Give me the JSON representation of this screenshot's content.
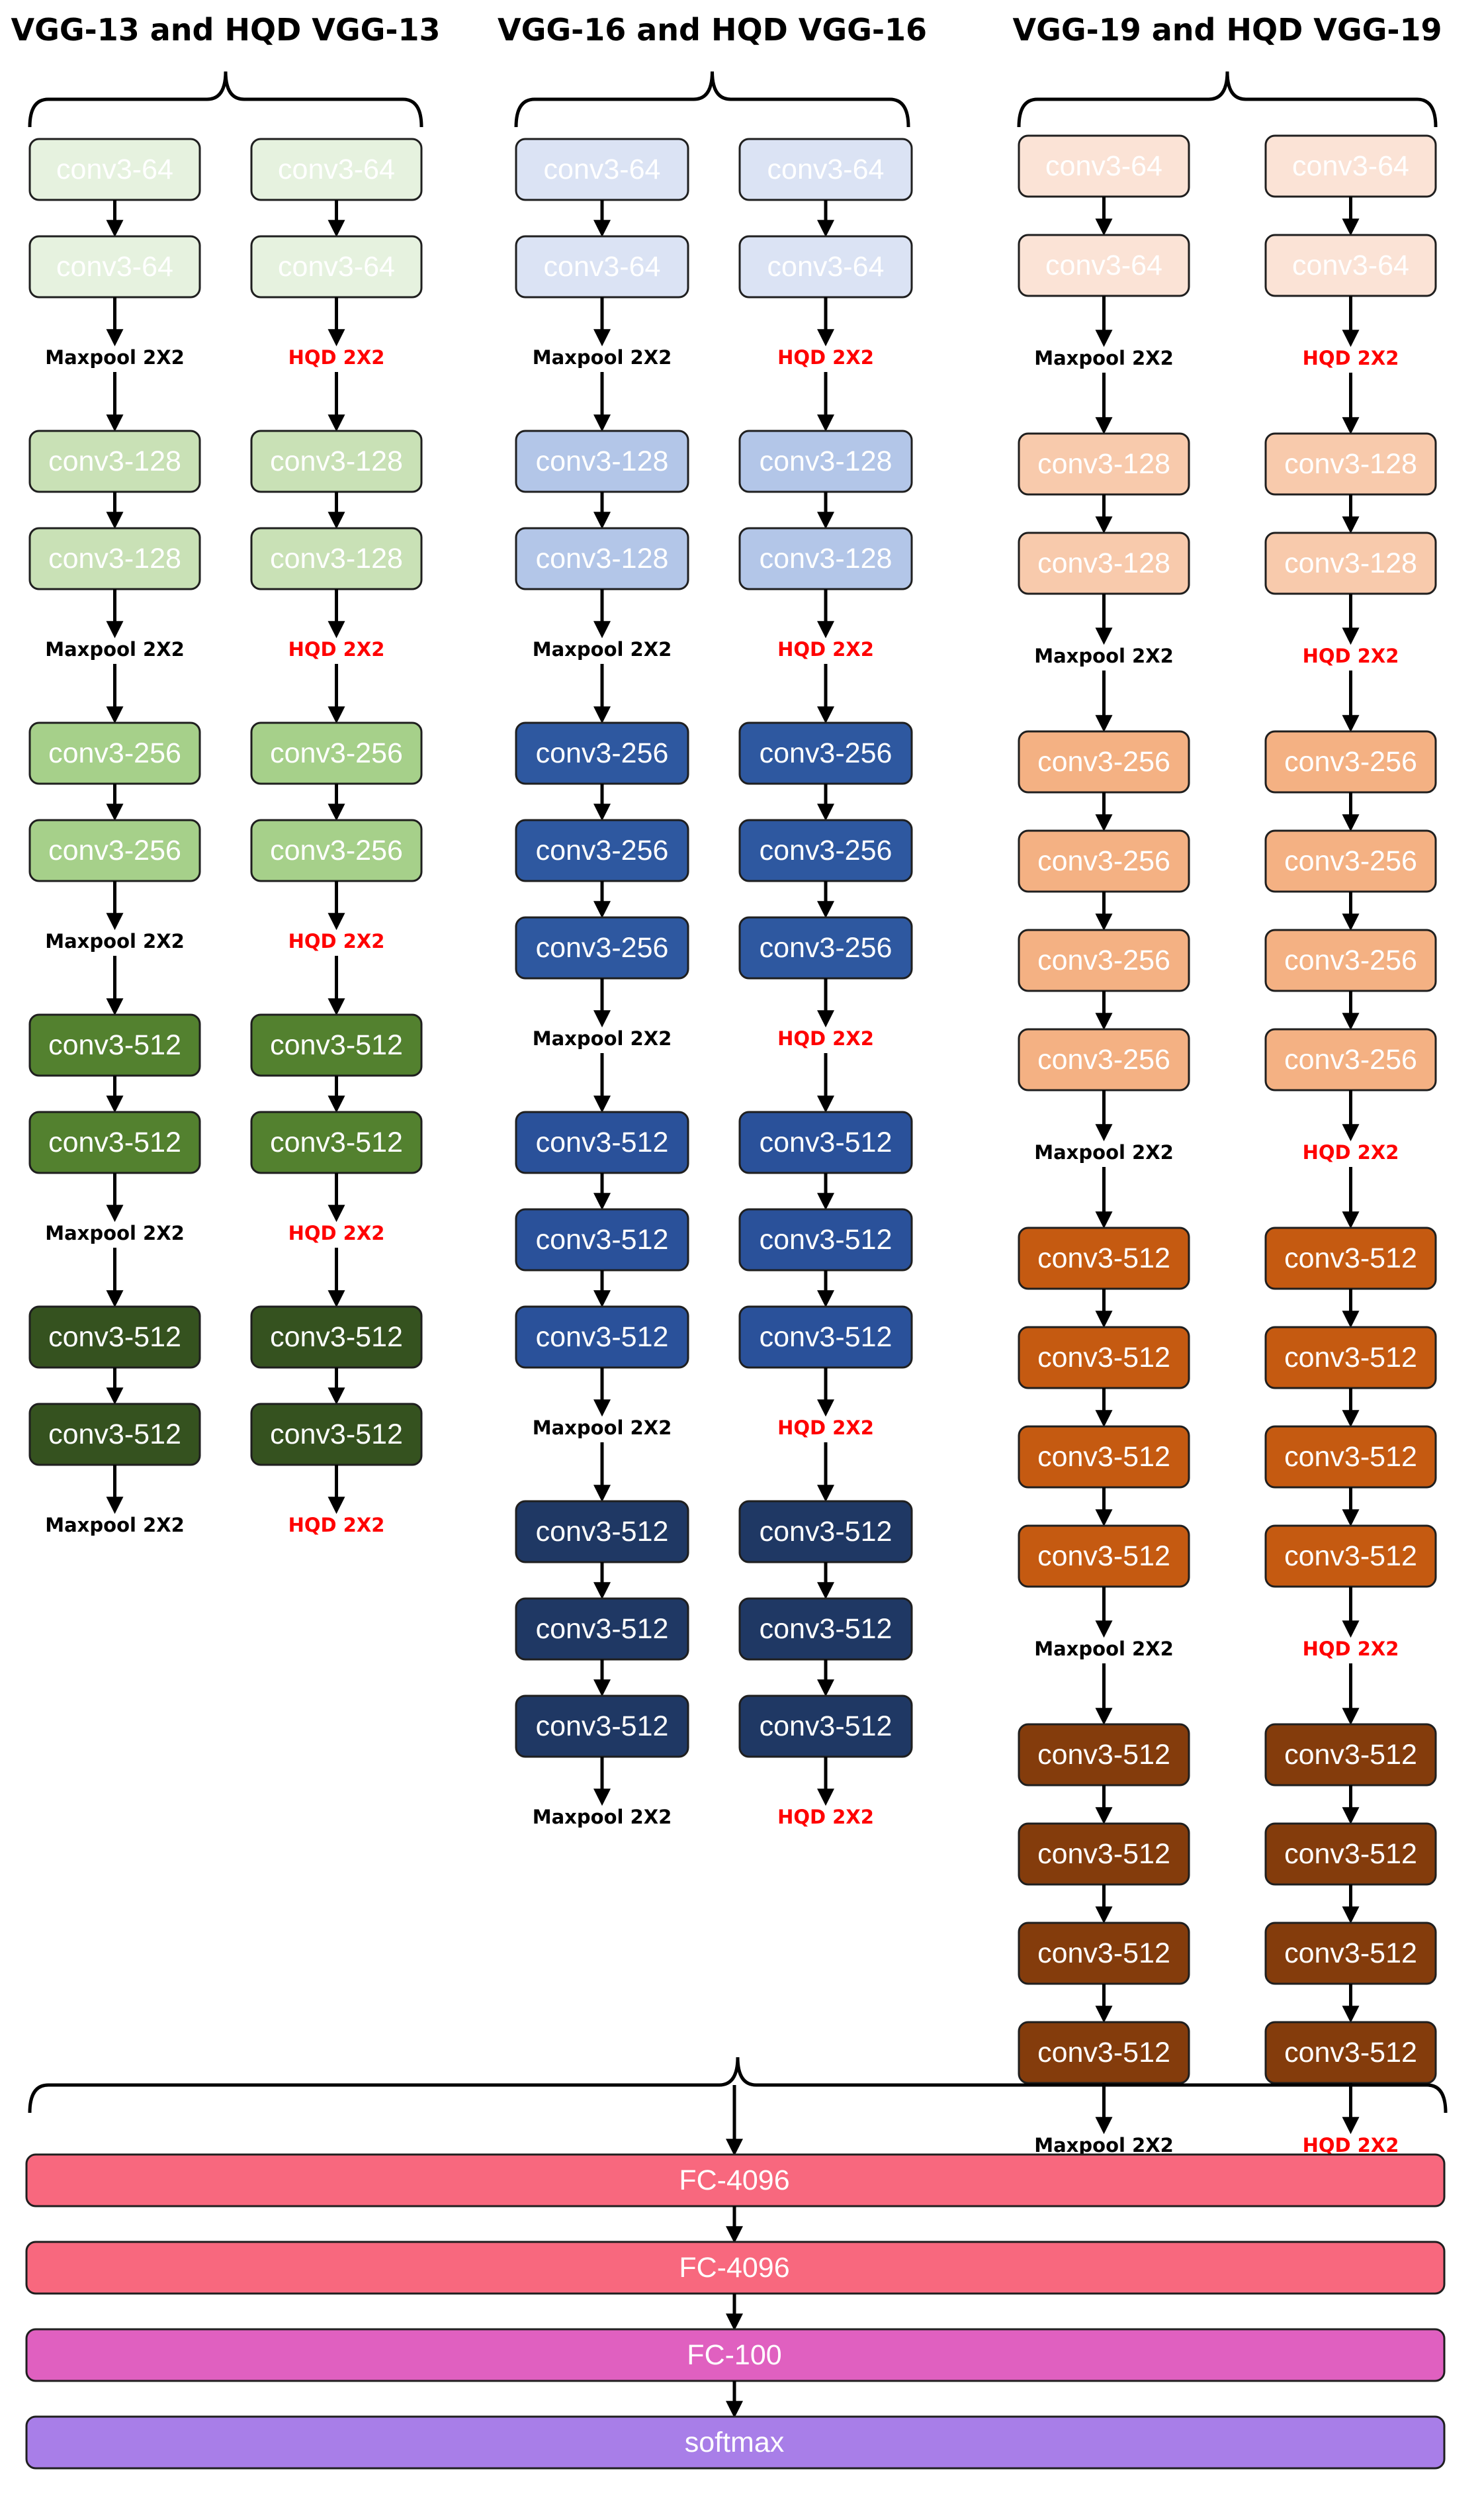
{
  "groups": [
    {
      "title": "VGG-13 and HQD VGG-13",
      "columns": [
        {
          "variant": "standard",
          "steps": [
            "conv3-64",
            "conv3-64",
            "Maxpool 2X2",
            "conv3-128",
            "conv3-128",
            "Maxpool 2X2",
            "conv3-256",
            "conv3-256",
            "Maxpool 2X2",
            "conv3-512",
            "conv3-512",
            "Maxpool 2X2",
            "conv3-512",
            "conv3-512",
            "Maxpool 2X2"
          ]
        },
        {
          "variant": "hqd",
          "steps": [
            "conv3-64",
            "conv3-64",
            "HQD 2X2",
            "conv3-128",
            "conv3-128",
            "HQD 2X2",
            "conv3-256",
            "conv3-256",
            "HQD 2X2",
            "conv3-512",
            "conv3-512",
            "HQD 2X2",
            "conv3-512",
            "conv3-512",
            "HQD 2X2"
          ]
        }
      ]
    },
    {
      "title": "VGG-16 and HQD VGG-16",
      "columns": [
        {
          "variant": "standard",
          "steps": [
            "conv3-64",
            "conv3-64",
            "Maxpool 2X2",
            "conv3-128",
            "conv3-128",
            "Maxpool 2X2",
            "conv3-256",
            "conv3-256",
            "conv3-256",
            "Maxpool 2X2",
            "conv3-512",
            "conv3-512",
            "conv3-512",
            "Maxpool 2X2",
            "conv3-512",
            "conv3-512",
            "conv3-512",
            "Maxpool 2X2"
          ]
        },
        {
          "variant": "hqd",
          "steps": [
            "conv3-64",
            "conv3-64",
            "HQD 2X2",
            "conv3-128",
            "conv3-128",
            "HQD 2X2",
            "conv3-256",
            "conv3-256",
            "conv3-256",
            "HQD 2X2",
            "conv3-512",
            "conv3-512",
            "conv3-512",
            "HQD 2X2",
            "conv3-512",
            "conv3-512",
            "conv3-512",
            "HQD 2X2"
          ]
        }
      ]
    },
    {
      "title": "VGG-19 and HQD VGG-19",
      "columns": [
        {
          "variant": "standard",
          "steps": [
            "conv3-64",
            "conv3-64",
            "Maxpool 2X2",
            "conv3-128",
            "conv3-128",
            "Maxpool 2X2",
            "conv3-256",
            "conv3-256",
            "conv3-256",
            "conv3-256",
            "Maxpool 2X2",
            "conv3-512",
            "conv3-512",
            "conv3-512",
            "conv3-512",
            "Maxpool 2X2",
            "conv3-512",
            "conv3-512",
            "conv3-512",
            "conv3-512",
            "Maxpool 2X2"
          ]
        },
        {
          "variant": "hqd",
          "steps": [
            "conv3-64",
            "conv3-64",
            "HQD 2X2",
            "conv3-128",
            "conv3-128",
            "HQD 2X2",
            "conv3-256",
            "conv3-256",
            "conv3-256",
            "conv3-256",
            "HQD 2X2",
            "conv3-512",
            "conv3-512",
            "conv3-512",
            "conv3-512",
            "HQD 2X2",
            "conv3-512",
            "conv3-512",
            "conv3-512",
            "conv3-512",
            "HQD 2X2"
          ]
        }
      ]
    }
  ],
  "head_layers": [
    "FC-4096",
    "FC-4096",
    "FC-100",
    "softmax"
  ],
  "colors": {
    "text_on_dark": "#ffffff",
    "pool_label": "#000000",
    "hqd_label": "#ff0000",
    "arrow": "#000000",
    "box_border": "#1f1f1f",
    "vgg13_stages": [
      "#e6f2df",
      "#c9e1b6",
      "#a6d08a",
      "#53812f",
      "#35521f"
    ],
    "vgg16_stages": [
      "#dbe3f4",
      "#b3c6e8",
      "#2e58a0",
      "#2a519a",
      "#1f3864"
    ],
    "vgg19_stages": [
      "#fbe3d6",
      "#f8caac",
      "#f4b183",
      "#c55a11",
      "#843c0c"
    ],
    "head": [
      "#f8687e",
      "#f8687e",
      "#e060c0",
      "#a87ee8"
    ]
  }
}
